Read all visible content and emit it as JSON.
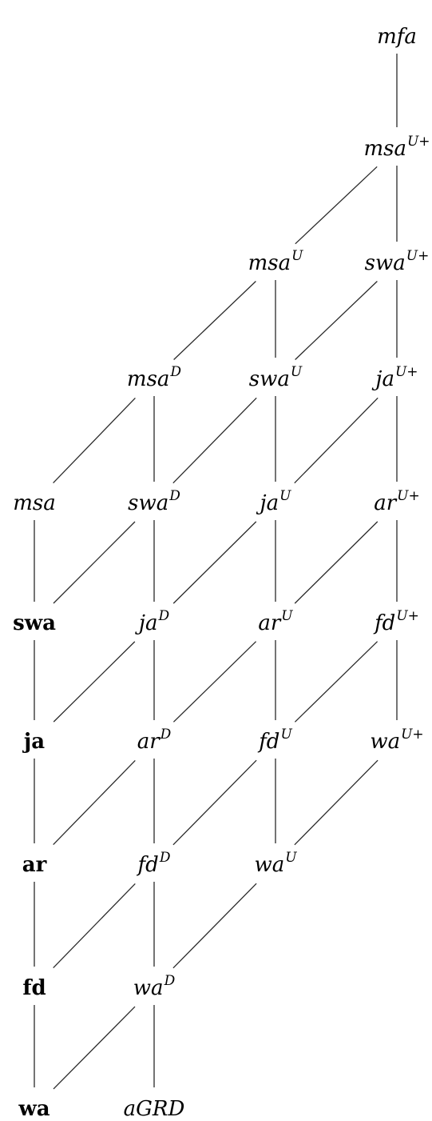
{
  "nodes": [
    {
      "id": "mfa",
      "base": "mfa",
      "sup": "",
      "bold": false
    },
    {
      "id": "msa_Up",
      "base": "msa",
      "sup": "U+",
      "bold": false
    },
    {
      "id": "msa_U",
      "base": "msa",
      "sup": "U",
      "bold": false
    },
    {
      "id": "swa_Up",
      "base": "swa",
      "sup": "U+",
      "bold": false
    },
    {
      "id": "msa_D",
      "base": "msa",
      "sup": "D",
      "bold": false
    },
    {
      "id": "swa_U",
      "base": "swa",
      "sup": "U",
      "bold": false
    },
    {
      "id": "ja_Up",
      "base": "ja",
      "sup": "U+",
      "bold": false
    },
    {
      "id": "msa",
      "base": "msa",
      "sup": "",
      "bold": false
    },
    {
      "id": "swa_D",
      "base": "swa",
      "sup": "D",
      "bold": false
    },
    {
      "id": "ja_U",
      "base": "ja",
      "sup": "U",
      "bold": false
    },
    {
      "id": "ar_Up",
      "base": "ar",
      "sup": "U+",
      "bold": false
    },
    {
      "id": "swa",
      "base": "swa",
      "sup": "",
      "bold": true
    },
    {
      "id": "ja_D",
      "base": "ja",
      "sup": "D",
      "bold": false
    },
    {
      "id": "ar_U",
      "base": "ar",
      "sup": "U",
      "bold": false
    },
    {
      "id": "fd_Up",
      "base": "fd",
      "sup": "U+",
      "bold": false
    },
    {
      "id": "ja",
      "base": "ja",
      "sup": "",
      "bold": true
    },
    {
      "id": "ar_D",
      "base": "ar",
      "sup": "D",
      "bold": false
    },
    {
      "id": "fd_U",
      "base": "fd",
      "sup": "U",
      "bold": false
    },
    {
      "id": "wa_Up",
      "base": "wa",
      "sup": "U+",
      "bold": false
    },
    {
      "id": "ar",
      "base": "ar",
      "sup": "",
      "bold": true
    },
    {
      "id": "fd_D",
      "base": "fd",
      "sup": "D",
      "bold": false
    },
    {
      "id": "wa_U",
      "base": "wa",
      "sup": "U",
      "bold": false
    },
    {
      "id": "fd",
      "base": "fd",
      "sup": "",
      "bold": true
    },
    {
      "id": "wa_D",
      "base": "wa",
      "sup": "D",
      "bold": false
    },
    {
      "id": "wa",
      "base": "wa",
      "sup": "",
      "bold": true
    },
    {
      "id": "aGRD",
      "base": "aGRD",
      "sup": "",
      "bold": false
    }
  ],
  "edges": [
    [
      "mfa",
      "msa_Up"
    ],
    [
      "msa_Up",
      "msa_U"
    ],
    [
      "msa_Up",
      "swa_Up"
    ],
    [
      "msa_U",
      "msa_D"
    ],
    [
      "msa_U",
      "swa_U"
    ],
    [
      "swa_Up",
      "swa_U"
    ],
    [
      "swa_Up",
      "ja_Up"
    ],
    [
      "msa_D",
      "msa"
    ],
    [
      "msa_D",
      "swa_D"
    ],
    [
      "swa_U",
      "swa_D"
    ],
    [
      "swa_U",
      "ja_U"
    ],
    [
      "ja_Up",
      "ja_U"
    ],
    [
      "ja_Up",
      "ar_Up"
    ],
    [
      "msa",
      "swa"
    ],
    [
      "swa_D",
      "swa"
    ],
    [
      "swa_D",
      "ja_D"
    ],
    [
      "ja_U",
      "ja_D"
    ],
    [
      "ja_U",
      "ar_U"
    ],
    [
      "ar_Up",
      "ar_U"
    ],
    [
      "ar_Up",
      "fd_Up"
    ],
    [
      "swa",
      "ja"
    ],
    [
      "ja_D",
      "ja"
    ],
    [
      "ja_D",
      "ar_D"
    ],
    [
      "ar_U",
      "ar_D"
    ],
    [
      "ar_U",
      "fd_U"
    ],
    [
      "fd_Up",
      "fd_U"
    ],
    [
      "fd_Up",
      "wa_Up"
    ],
    [
      "ja",
      "ar"
    ],
    [
      "ar_D",
      "ar"
    ],
    [
      "ar_D",
      "fd_D"
    ],
    [
      "fd_U",
      "fd_D"
    ],
    [
      "fd_U",
      "wa_U"
    ],
    [
      "wa_Up",
      "wa_U"
    ],
    [
      "ar",
      "fd"
    ],
    [
      "fd_D",
      "fd"
    ],
    [
      "fd_D",
      "wa_D"
    ],
    [
      "wa_U",
      "wa_D"
    ],
    [
      "fd",
      "wa"
    ],
    [
      "wa_D",
      "wa"
    ],
    [
      "wa_D",
      "aGRD"
    ]
  ]
}
